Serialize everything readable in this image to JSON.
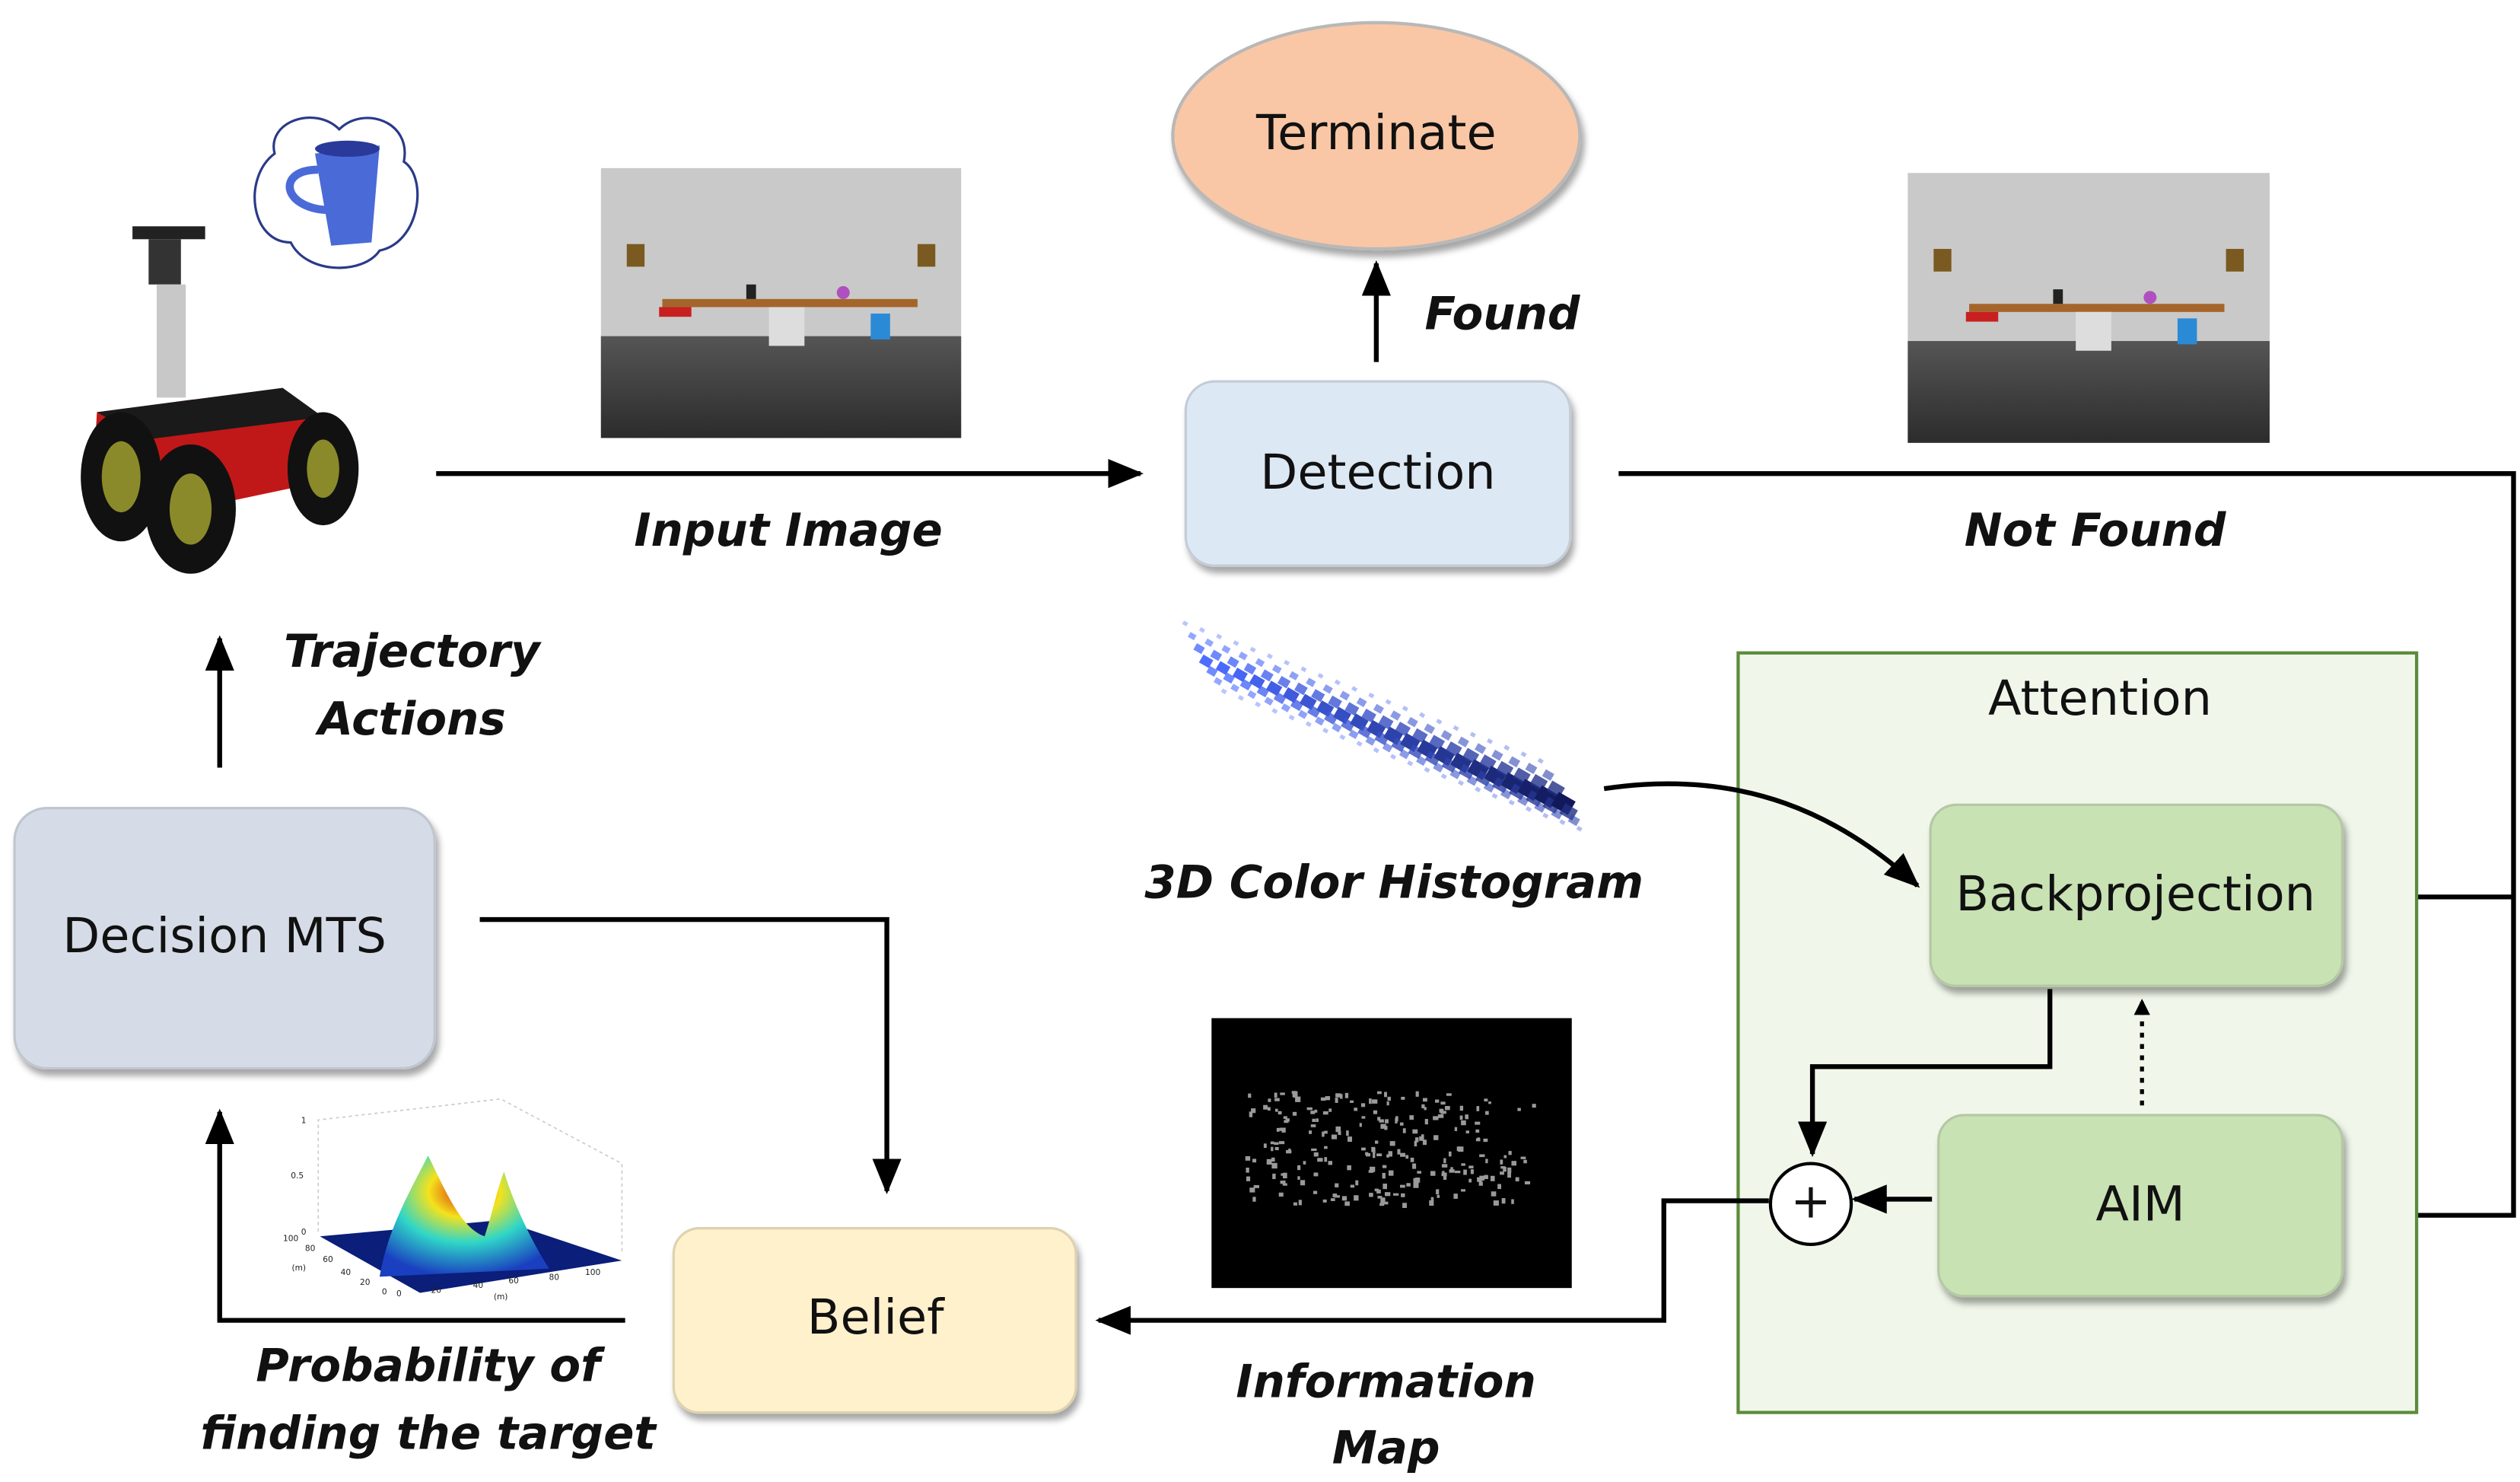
{
  "nodes": {
    "terminate": "Terminate",
    "detection": "Detection",
    "attention": "Attention",
    "backprojection": "Backprojection",
    "aim": "AIM",
    "belief": "Belief",
    "decision": "Decision MTS",
    "plus": "+"
  },
  "edge_labels": {
    "found": "Found",
    "input_image": "Input Image",
    "not_found": "Not Found",
    "trajectory_line1": "Trajectory",
    "trajectory_line2": "Actions",
    "histogram": "3D Color Histogram",
    "information_line1": "Information",
    "information_line2": "Map",
    "probability_line1": "Probability of",
    "probability_line2": "finding the target"
  },
  "colors": {
    "terminate": "#f9c7a5",
    "detection": "#dde8f5",
    "attention_bg": "#f0f7ea",
    "attention_border": "#5b8c3b",
    "green_box": "#c8e2b3",
    "belief": "#fff1cc",
    "decision": "#d6dce7"
  },
  "surface_plot": {
    "z_ticks": [
      "0",
      "0.5",
      "1"
    ],
    "y_ticks": [
      "0",
      "20",
      "40",
      "60",
      "80",
      "100"
    ],
    "x_ticks": [
      "0",
      "20",
      "40",
      "60",
      "80",
      "100"
    ],
    "x_unit": "(m)",
    "y_unit": "(m)"
  }
}
